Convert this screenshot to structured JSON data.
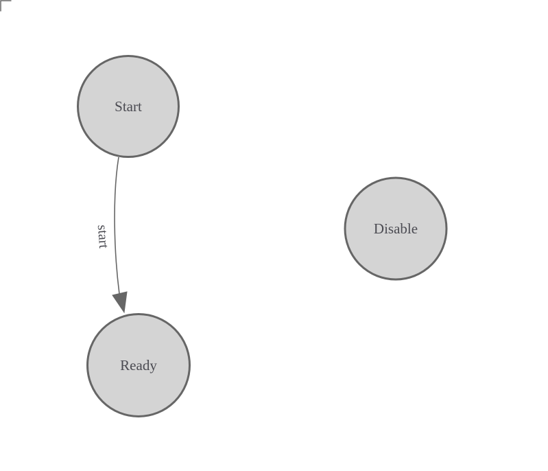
{
  "diagram": {
    "type": "state-machine",
    "background": "#ffffff",
    "colors": {
      "node_fill": "#d4d4d4",
      "node_stroke": "#666666",
      "edge_stroke": "#666666",
      "text": "#4b4b52"
    },
    "nodes": [
      {
        "id": "start",
        "label": "Start"
      },
      {
        "id": "ready",
        "label": "Ready"
      },
      {
        "id": "disable",
        "label": "Disable"
      }
    ],
    "edges": [
      {
        "from": "Start",
        "to": "Ready",
        "label": "start"
      }
    ]
  }
}
